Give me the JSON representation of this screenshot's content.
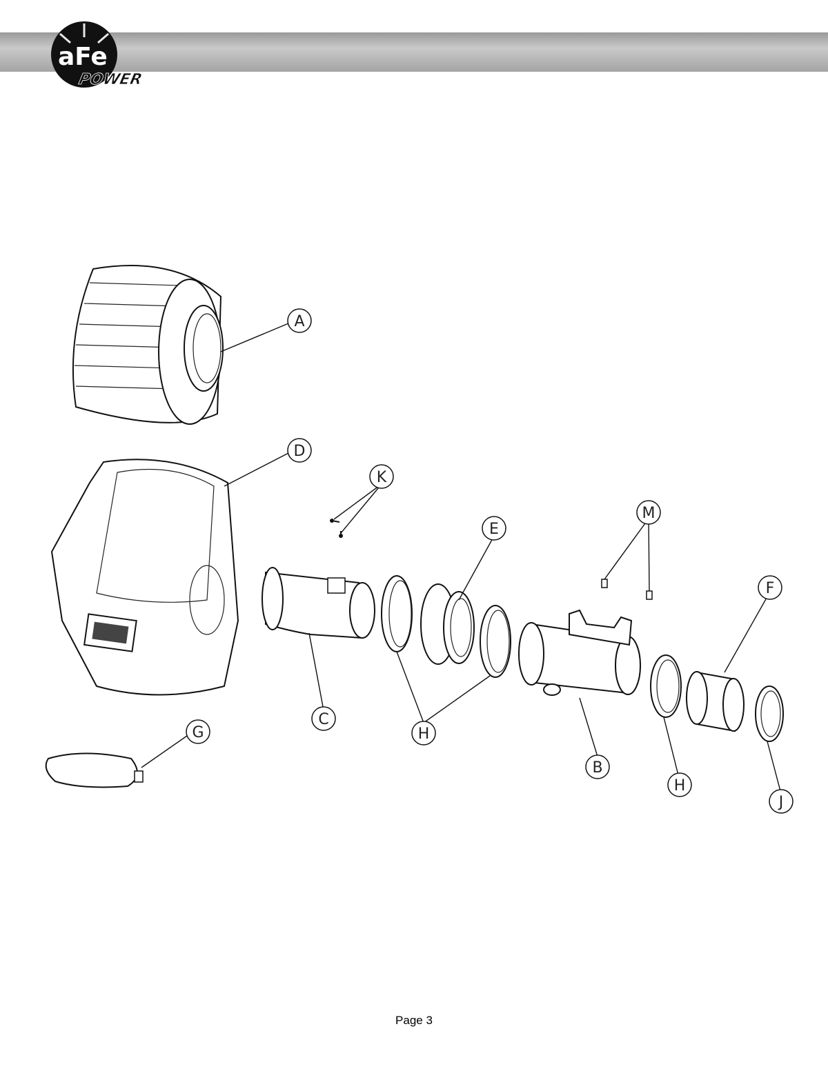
{
  "brand": {
    "logo_text_top": "aFe",
    "logo_text_bottom": "POWER",
    "header_color": "#a8a8a8"
  },
  "callouts": [
    {
      "id": "A",
      "label": "A"
    },
    {
      "id": "B",
      "label": "B"
    },
    {
      "id": "C",
      "label": "C"
    },
    {
      "id": "D",
      "label": "D"
    },
    {
      "id": "E",
      "label": "E"
    },
    {
      "id": "F",
      "label": "F"
    },
    {
      "id": "G",
      "label": "G"
    },
    {
      "id": "H1",
      "label": "H"
    },
    {
      "id": "H2",
      "label": "H"
    },
    {
      "id": "J",
      "label": "J"
    },
    {
      "id": "K",
      "label": "K"
    },
    {
      "id": "M",
      "label": "M"
    }
  ],
  "footer": {
    "page_label": "Page 3"
  }
}
